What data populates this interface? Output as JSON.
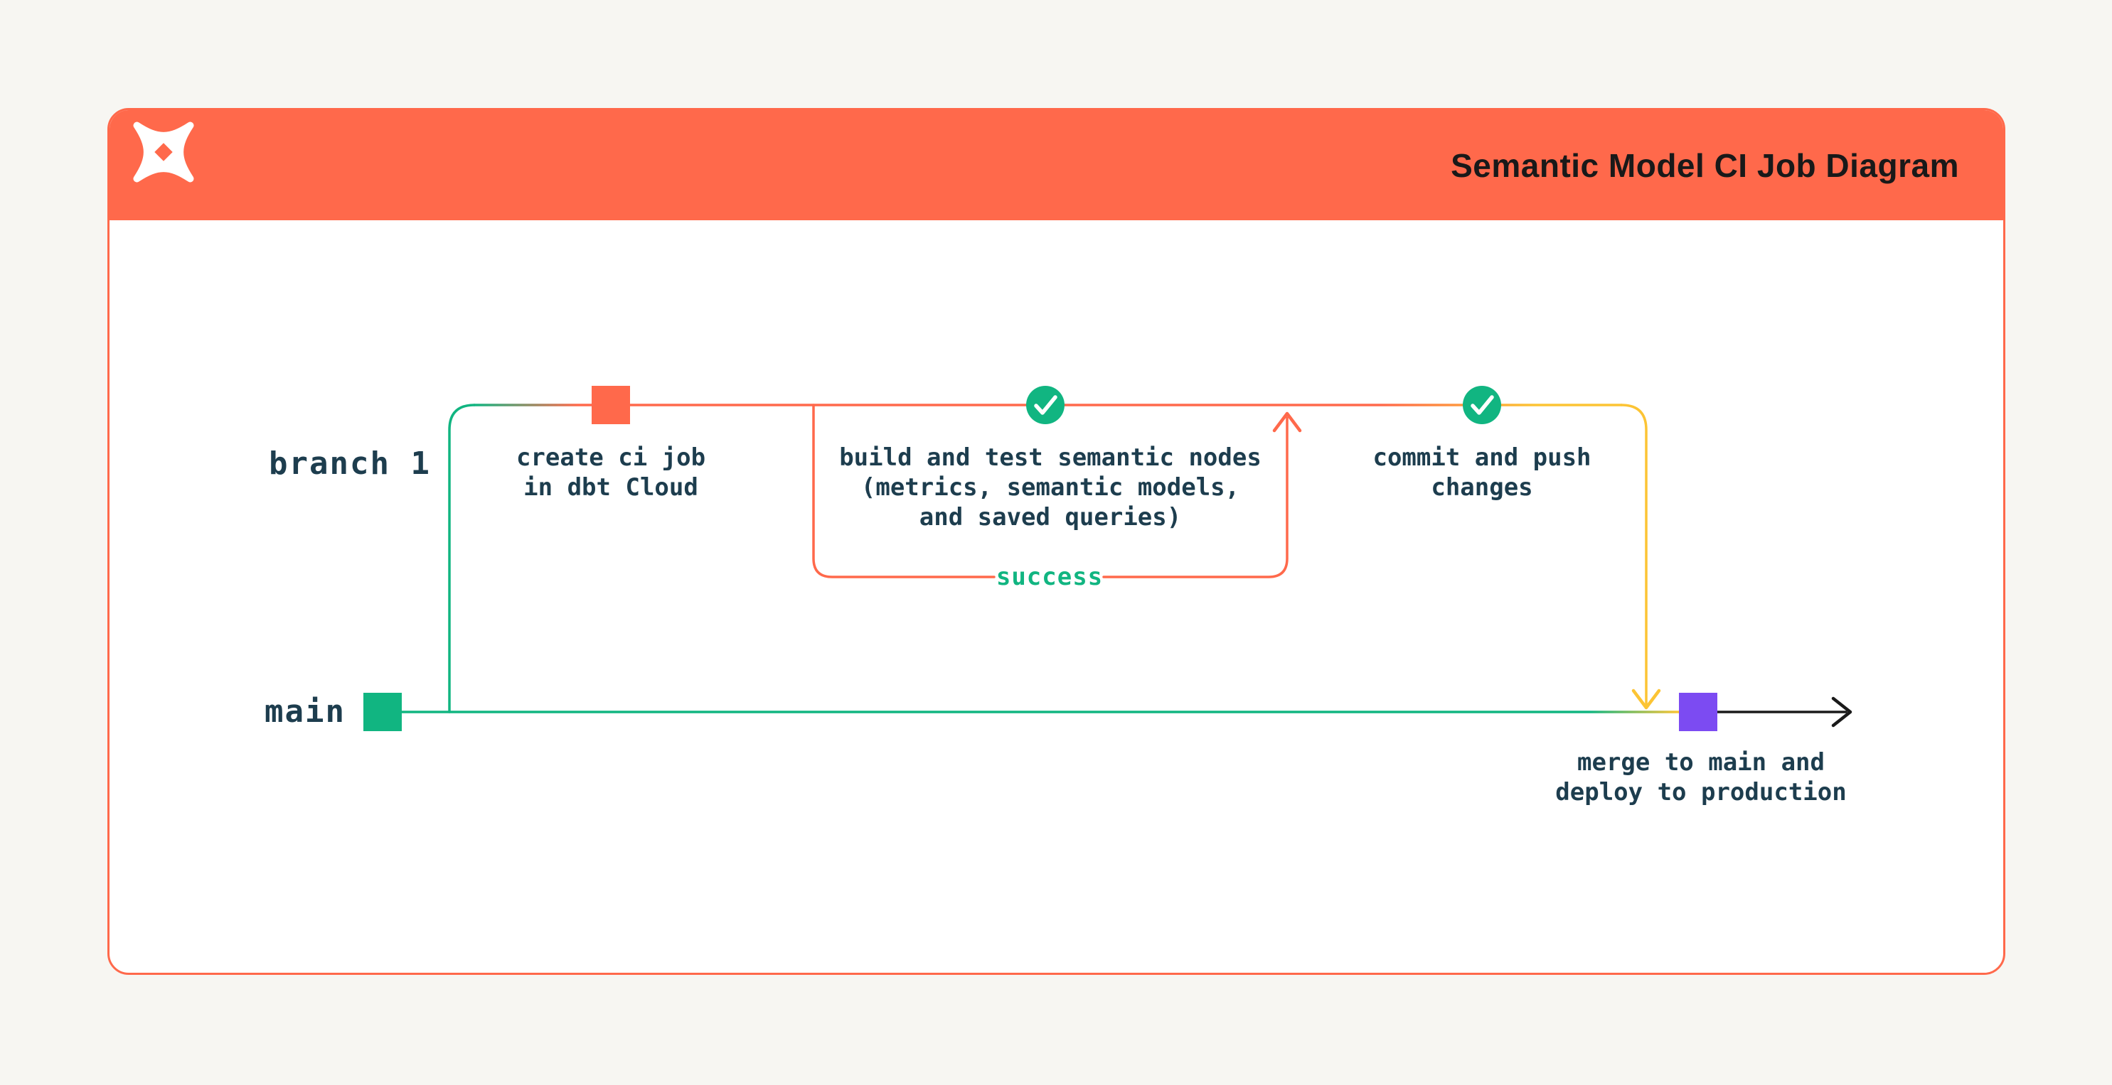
{
  "header": {
    "title": "Semantic Model CI Job Diagram",
    "logo": "dbt-logo"
  },
  "lanes": {
    "branch": "branch 1",
    "main": "main"
  },
  "steps": [
    {
      "name": "create-ci-job",
      "lines": [
        "create ci job",
        "in dbt Cloud"
      ]
    },
    {
      "name": "build-and-test",
      "lines": [
        "build and test semantic nodes",
        "(metrics, semantic models,",
        "and saved queries)"
      ]
    },
    {
      "name": "commit-and-push",
      "lines": [
        "commit and push",
        "changes"
      ]
    },
    {
      "name": "merge-deploy",
      "lines": [
        "merge to main and",
        "deploy to production"
      ]
    }
  ],
  "annotations": {
    "success": "success"
  },
  "colors": {
    "accent_orange": "#ff694b",
    "green": "#11b581",
    "yellow": "#fcc434",
    "purple": "#7c4bf2",
    "ink": "#1d3d4e",
    "title_ink": "#191919",
    "page_bg": "#f7f6f2",
    "card_bg": "#ffffff"
  }
}
